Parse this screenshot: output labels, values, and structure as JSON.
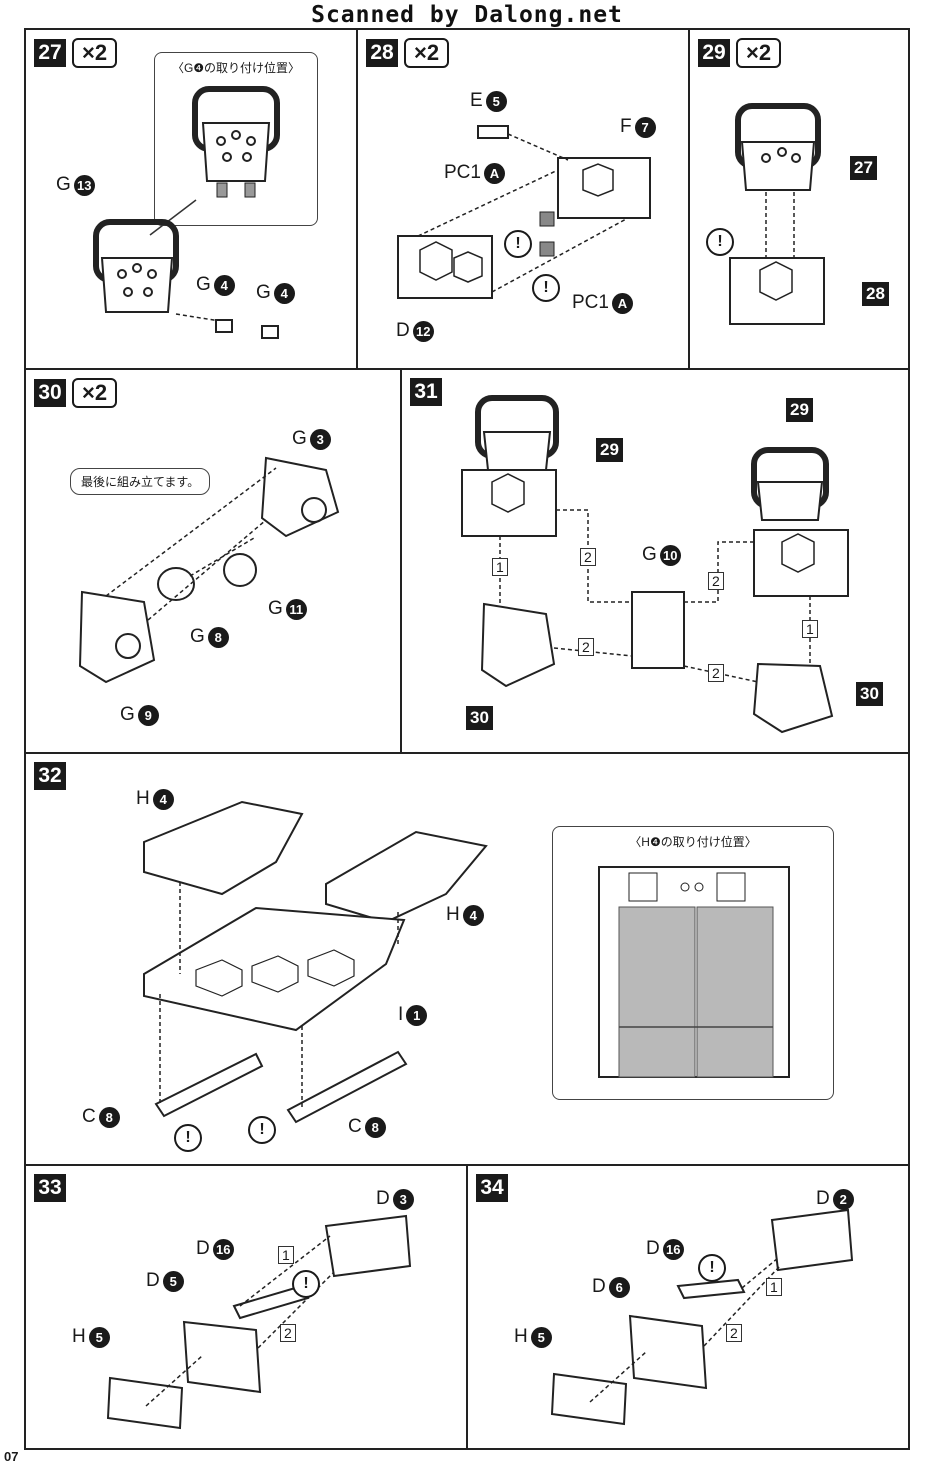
{
  "watermark": "Scanned by Dalong.net",
  "page_number": "07",
  "steps": {
    "s27": {
      "num": "27",
      "mult": "×2",
      "inset_title": "〈G❹の取り付け位置〉",
      "parts": [
        {
          "letter": "G",
          "num": "13"
        },
        {
          "letter": "G",
          "num": "4"
        },
        {
          "letter": "G",
          "num": "4"
        }
      ]
    },
    "s28": {
      "num": "28",
      "mult": "×2",
      "parts": [
        {
          "letter": "E",
          "num": "5"
        },
        {
          "letter": "F",
          "num": "7"
        },
        {
          "letter": "PC1",
          "num": "A"
        },
        {
          "letter": "PC1",
          "num": "A"
        },
        {
          "letter": "D",
          "num": "12"
        }
      ]
    },
    "s29": {
      "num": "29",
      "mult": "×2",
      "refs": [
        "27",
        "28"
      ]
    },
    "s30": {
      "num": "30",
      "mult": "×2",
      "callout": "最後に組み立てます。",
      "parts": [
        {
          "letter": "G",
          "num": "3"
        },
        {
          "letter": "G",
          "num": "11"
        },
        {
          "letter": "G",
          "num": "8"
        },
        {
          "letter": "G",
          "num": "9"
        }
      ]
    },
    "s31": {
      "num": "31",
      "refs": [
        "29",
        "29",
        "30",
        "30"
      ],
      "part": {
        "letter": "G",
        "num": "10"
      },
      "seq": [
        "1",
        "2",
        "2",
        "2",
        "1",
        "2"
      ]
    },
    "s32": {
      "num": "32",
      "inset_title": "〈H❹の取り付け位置〉",
      "parts": [
        {
          "letter": "H",
          "num": "4"
        },
        {
          "letter": "H",
          "num": "4"
        },
        {
          "letter": "I",
          "num": "1"
        },
        {
          "letter": "C",
          "num": "8"
        },
        {
          "letter": "C",
          "num": "8"
        }
      ]
    },
    "s33": {
      "num": "33",
      "seq": [
        "1",
        "2"
      ],
      "parts": [
        {
          "letter": "D",
          "num": "3"
        },
        {
          "letter": "D",
          "num": "16"
        },
        {
          "letter": "D",
          "num": "5"
        },
        {
          "letter": "H",
          "num": "5"
        }
      ]
    },
    "s34": {
      "num": "34",
      "seq": [
        "1",
        "2"
      ],
      "parts": [
        {
          "letter": "D",
          "num": "2"
        },
        {
          "letter": "D",
          "num": "16"
        },
        {
          "letter": "D",
          "num": "6"
        },
        {
          "letter": "H",
          "num": "5"
        }
      ]
    }
  },
  "warning_symbol": "!"
}
